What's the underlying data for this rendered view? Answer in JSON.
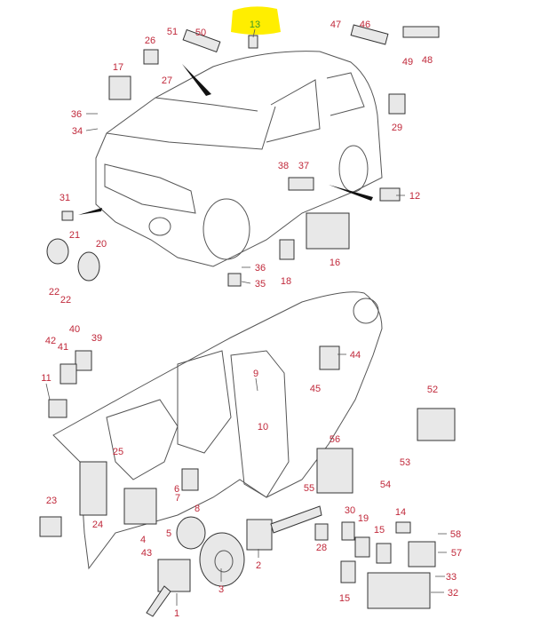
{
  "highlight_color": "#ffee00",
  "label_color": "#c0283a",
  "highlighted_label": "13",
  "labels": [
    "51",
    "50",
    "26",
    "27",
    "47",
    "46",
    "49",
    "48",
    "17",
    "36",
    "34",
    "29",
    "38",
    "37",
    "31",
    "12",
    "21",
    "20",
    "22",
    "22",
    "36",
    "35",
    "18",
    "16",
    "40",
    "42",
    "39",
    "41",
    "44",
    "11",
    "9",
    "45",
    "52",
    "10",
    "56",
    "53",
    "25",
    "55",
    "54",
    "6",
    "7",
    "8",
    "23",
    "24",
    "30",
    "19",
    "14",
    "15",
    "58",
    "5",
    "4",
    "43",
    "28",
    "57",
    "2",
    "33",
    "3",
    "15",
    "32",
    "1"
  ]
}
